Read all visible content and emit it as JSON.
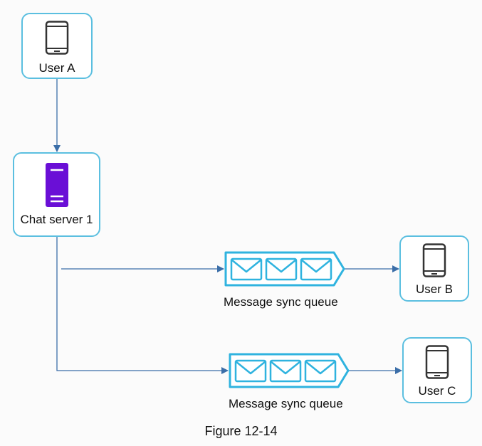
{
  "nodes": {
    "user_a": {
      "label": "User A"
    },
    "chat_server": {
      "label": "Chat server 1"
    },
    "user_b": {
      "label": "User B"
    },
    "user_c": {
      "label": "User C"
    }
  },
  "queues": {
    "queue_1": {
      "label": "Message sync queue"
    },
    "queue_2": {
      "label": "Message sync queue"
    }
  },
  "caption": "Figure 12-14",
  "colors": {
    "node_border": "#5bbfe0",
    "queue_stroke": "#2fb3df",
    "server_fill": "#6a0fd6",
    "arrow": "#3b6ea8",
    "phone": "#333333"
  }
}
